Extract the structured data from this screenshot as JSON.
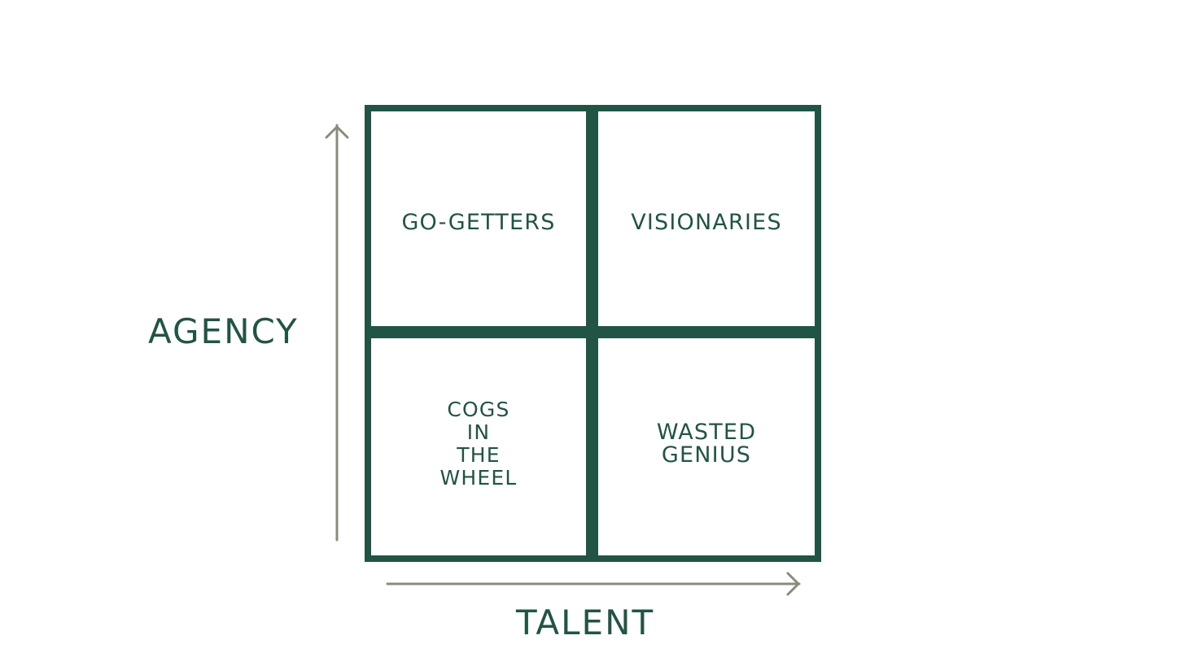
{
  "colors": {
    "primary": "#225446",
    "arrow": "#8a8c7a",
    "background": "#ffffff"
  },
  "quadrants": {
    "top_left": "GO-GETTERS",
    "top_right": "VISIONARIES",
    "bottom_left": "COGS\nIN\nTHE\nWHEEL",
    "bottom_right": "WASTED\nGENIUS"
  },
  "axes": {
    "y_label": "AGENCY",
    "x_label": "TALENT"
  },
  "icons": {
    "y_arrow": "arrow-up-icon",
    "x_arrow": "arrow-right-icon"
  }
}
